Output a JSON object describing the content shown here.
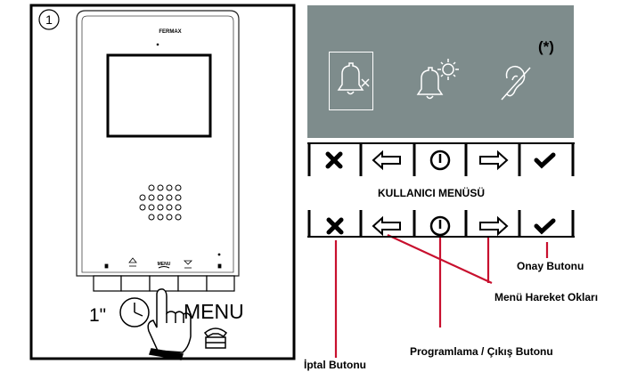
{
  "left_panel": {
    "step_number": "1",
    "brand": "FERMAX",
    "key_label_menu": "MENU",
    "press_duration": "1\"",
    "press_label": "MENU"
  },
  "screen": {
    "note_marker": "(*)",
    "icons": [
      "bell-mute-icon",
      "bell-settings-icon",
      "hearing-aid-icon"
    ]
  },
  "user_menu_title": "KULLANICI MENÜSÜ",
  "buttons": [
    {
      "name": "cancel",
      "icon": "cross-icon"
    },
    {
      "name": "left",
      "icon": "arrow-left-icon"
    },
    {
      "name": "power",
      "icon": "power-icon"
    },
    {
      "name": "right",
      "icon": "arrow-right-icon"
    },
    {
      "name": "confirm",
      "icon": "check-icon"
    }
  ],
  "labels": {
    "confirm": "Onay Butonu",
    "navigation": "Menü Hareket Okları",
    "program_exit": "Programlama / Çıkış Butonu",
    "cancel": "İptal Butonu"
  },
  "colors": {
    "screen_bg": "#7e8c8c",
    "callout_line": "#c8102e",
    "frame": "#000000"
  }
}
